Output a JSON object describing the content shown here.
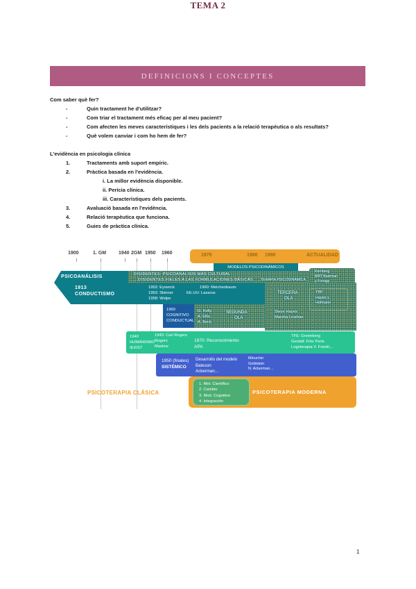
{
  "page": {
    "title": "TEMA 2",
    "banner": "DEFINICIONS I CONCEPTES",
    "page_number": "1"
  },
  "questions": {
    "heading": "Com saber què fer?",
    "marker": "-",
    "items": [
      "Quin tractament he d'utilitzar?",
      "Com triar el tractament més eficaç per al meu pacient?",
      "Com afecten les meves característiques i les dels pacients a la relació terapèutica o als resultats?",
      "Què volem canviar i com ho hem de fer?"
    ]
  },
  "evidence": {
    "heading": "L'evidència en psicologia clínica",
    "numbers": [
      "1.",
      "2.",
      "3.",
      "4.",
      "5."
    ],
    "items": [
      "Tractaments amb suport empíric.",
      "Pràctica basada en l'evidència.",
      "Avaluació basada en l'evidència.",
      "Relació terapèutica que funciona.",
      "Guies de pràctica clínica."
    ],
    "subitems": [
      "i. La millor evidència disponible.",
      "ii. Perícia clínica.",
      "iii. Característiques dels pacients."
    ]
  },
  "timeline": {
    "axis_years": [
      "1900",
      "1. GM",
      "1940",
      "2GM",
      "1950",
      "1960"
    ],
    "modern_years": [
      "1970",
      "1980",
      "1990",
      "ACTUALIDAD"
    ],
    "modelos_label": "MODELOS PSICODINÁMICOS",
    "psicoanalisis": {
      "label": "PSICOANÁLISIS",
      "disidentes1": "DISIDENTES: PSICOANÁLISIS MÁS CULTURAL",
      "disidentes2": "DISIDENTES FIELES A LAS FORMULACIONES BÁSICAS",
      "terapia": "TERAPIA PSICODINÁMICA",
      "kernberg": [
        "Kernberg",
        "MBT Bateman",
        "y Fonagy"
      ]
    },
    "conductismo": {
      "year": "1913",
      "label": "CONDUCTISMO",
      "authors": [
        "1952: Eysenck",
        "1953: Skinner",
        "1958: Wolpe"
      ],
      "meichenbaum": "1960: Meichenbaum",
      "lazarus": "EE.UU: Lazarus"
    },
    "cognitivo": {
      "lines": [
        "1960",
        "COGNITIVO",
        "CONDUCTUAL"
      ]
    },
    "segunda_ola": {
      "authors": [
        "G. Kelly",
        "A. Ellis",
        "A. Beck"
      ],
      "label": [
        "SEGUNDA",
        "OLA"
      ]
    },
    "tercera_ola": {
      "label": [
        "TERCERA",
        "OLA"
      ],
      "tbp": [
        "TBP",
        "Hayes y",
        "Hofmann"
      ],
      "authors": [
        "Steve Hayes",
        "Marsha Linehan"
      ]
    },
    "humanismo": {
      "col1": [
        "1940",
        "HUMANISMO",
        "/EXIST"
      ],
      "col2": [
        "1943: Carl Rogers",
        "Rogers",
        "Maslow"
      ],
      "col3": [
        "1970: Reconocimiento",
        "APA"
      ],
      "col4": [
        "TFE: Greenberg",
        "Gestalt: Fritz Perls",
        "Logoterapia V. Frankl…"
      ]
    },
    "sistemico": {
      "col1": [
        "1950 (finales)",
        "SISTÉMICO"
      ],
      "col2": [
        "Desarrollo del modelo",
        "Bateson",
        "Ackerman…"
      ],
      "col3": [
        "Minuchin",
        "Goldstein",
        "N. Ackerman…"
      ]
    },
    "moderna": {
      "list": [
        "1. Met. Científico",
        "2. Cambio",
        "3. Mod. Cognitivo",
        "4. Integración"
      ],
      "label": "PSICOTERAPIA MODERNA"
    },
    "clasica_label": "PSICOTERAPIA CLÁSICA"
  },
  "colors": {
    "title": "#732847",
    "banner": "#b05c82",
    "orange": "#f0a22e",
    "teal": "#0e7d8a",
    "cognitive_blue": "#1c5c9e",
    "humanism_green": "#29c492",
    "systemic_blue": "#4160ce",
    "inner_green": "#4cae72"
  }
}
